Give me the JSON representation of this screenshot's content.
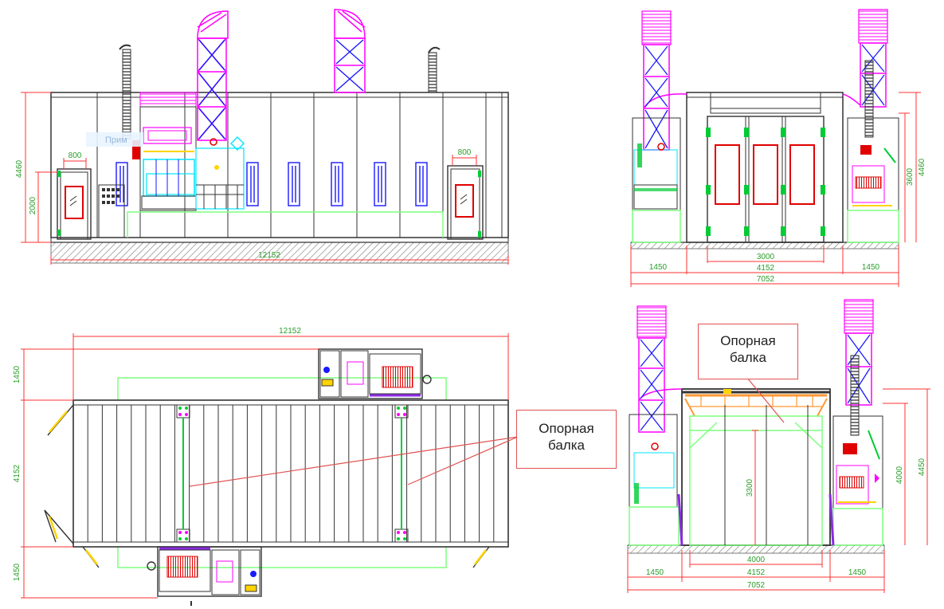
{
  "palette": {
    "wall": "#3a3a3a",
    "magenta": "#ff00ff",
    "blue": "#1a1aff",
    "red": "#e00000",
    "green": "#00cc33",
    "lightgreen": "#7fff7f",
    "cyan": "#00e5ff",
    "dim_red": "#ff3030",
    "dim_text": "#2a9d2a",
    "ground_hatch": "#7a7a7a",
    "duct_dark": "#555555"
  },
  "front_view": {
    "dims": {
      "total_width": "12152",
      "total_height": "4460",
      "door_height": "2000",
      "door_left_width": "800",
      "door_right_width": "800"
    },
    "faint_label": "Прим"
  },
  "side_view_top": {
    "dims": {
      "height_total": "4460",
      "height_inner": "3600",
      "left_wing": "1450",
      "right_wing": "1450",
      "gate_width": "3000",
      "inner_width": "4152",
      "total_width": "7052"
    }
  },
  "plan_view": {
    "dims": {
      "total_length": "12152",
      "top_offset": "1450",
      "inner_width": "4152",
      "bottom_offset": "1450"
    }
  },
  "side_view_bottom": {
    "dims": {
      "height_total": "4450",
      "height_mid": "4000",
      "inner_height": "3300",
      "left_wing": "1450",
      "right_wing": "1450",
      "gate_width": "4000",
      "inner_width": "4152",
      "total_width": "7052"
    }
  },
  "callouts": {
    "plan": {
      "line1": "Опорная",
      "line2": "балка"
    },
    "section": {
      "line1": "Опорная",
      "line2": "балка"
    }
  },
  "icons": {
    "door": "door-icon",
    "fan_vent": "vent-icon",
    "control_panel": "panel-icon",
    "heater": "heater-icon",
    "burner": "burner-icon"
  }
}
